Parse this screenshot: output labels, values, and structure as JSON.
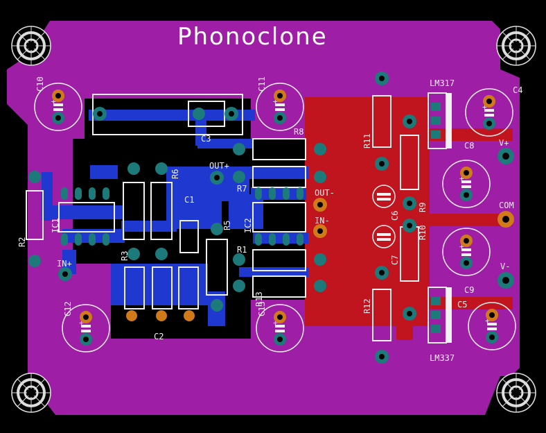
{
  "board": {
    "title": "Phonoclone",
    "colors": {
      "background": "#000000",
      "board": "#9e1ea6",
      "bottom_copper": "#1e38d0",
      "top_copper": "#c0141e",
      "silkscreen": "#f2f2f2",
      "pad_green": "#1c7a7a",
      "pad_orange": "#d07a1a"
    }
  },
  "labels": {
    "c10": "C10",
    "c11": "C11",
    "c4": "C4",
    "lm317": "LM317",
    "c3": "C3",
    "r8": "R8",
    "out_plus": "OUT+",
    "r7": "R7",
    "r6": "R6",
    "c8": "C8",
    "v_plus": "V+",
    "r11": "R11",
    "out_minus": "OUT-",
    "c1": "C1",
    "r9": "R9",
    "com": "COM",
    "r2": "R2",
    "ic1": "IC1",
    "r5": "R5",
    "ic2": "IC2",
    "in_minus": "IN-",
    "c6": "C6",
    "r10": "R10",
    "r1": "R1",
    "r3": "R3",
    "in_plus": "IN+",
    "c7": "C7",
    "v_minus": "V-",
    "c9": "C9",
    "r13": "R13",
    "r12": "R12",
    "c5": "C5",
    "c12": "C12",
    "c2": "C2",
    "c13": "C13",
    "lm337": "LM337"
  }
}
